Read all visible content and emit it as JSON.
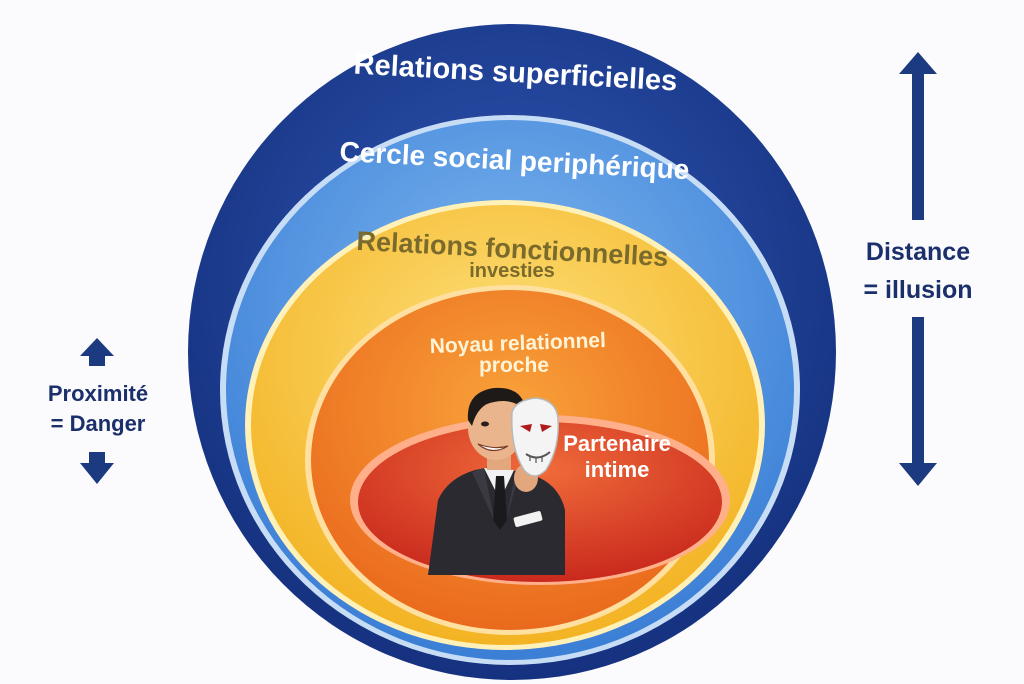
{
  "diagram": {
    "rings": [
      {
        "label_lines": [
          "Relations superficielles"
        ],
        "color": "#1d3f96",
        "text_color": "#ffffff"
      },
      {
        "label_lines": [
          "Cercle social periphérique"
        ],
        "color": "#4a8fdd",
        "text_color": "#ffffff"
      },
      {
        "label_lines": [
          "Relations fonctionnelles",
          "investies"
        ],
        "color": "#f6c63b",
        "text_color": "#7a6a2c"
      },
      {
        "label_lines": [
          "Noyau relationnel",
          "proche"
        ],
        "color": "#f08a25",
        "text_color": "#fff4d6"
      },
      {
        "label_lines": [
          "Partenaire",
          "intime"
        ],
        "color": "#e2432a",
        "text_color": "#ffffff"
      }
    ],
    "left_annotation": {
      "line1": "Proximité",
      "line2": "= Danger"
    },
    "right_annotation": {
      "line1": "Distance",
      "line2": "= illusion"
    },
    "figure_icon": "man-holding-mask-icon",
    "arrow_color": "#1b3a80"
  }
}
